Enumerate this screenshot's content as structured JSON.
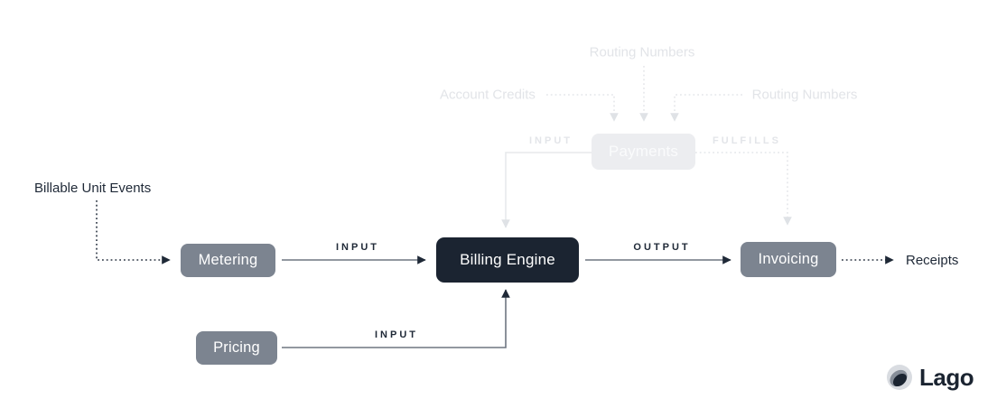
{
  "diagram": {
    "nodes": {
      "metering": "Metering",
      "pricing": "Pricing",
      "billing_engine": "Billing Engine",
      "invoicing": "Invoicing",
      "payments": "Payments"
    },
    "edge_labels": {
      "metering_to_billing": "INPUT",
      "pricing_to_billing": "INPUT",
      "payments_to_billing": "INPUT",
      "billing_to_invoicing": "OUTPUT",
      "payments_to_invoicing": "FULFILLS"
    },
    "annotations": {
      "billable_unit_events": "Billable Unit Events",
      "receipts": "Receipts",
      "routing_numbers_top": "Routing Numbers",
      "account_credits": "Account Credits",
      "routing_numbers_right": "Routing Numbers"
    }
  },
  "logo": {
    "brand": "Lago"
  },
  "colors": {
    "background": "#ffffff",
    "node_grey": "#7c8490",
    "node_dark": "#1b2431",
    "node_faded_bg": "#ecedf0",
    "text_dark": "#1f2937",
    "faded_grey": "#e3e5e9",
    "arrow_line_grey": "#6e7681"
  }
}
